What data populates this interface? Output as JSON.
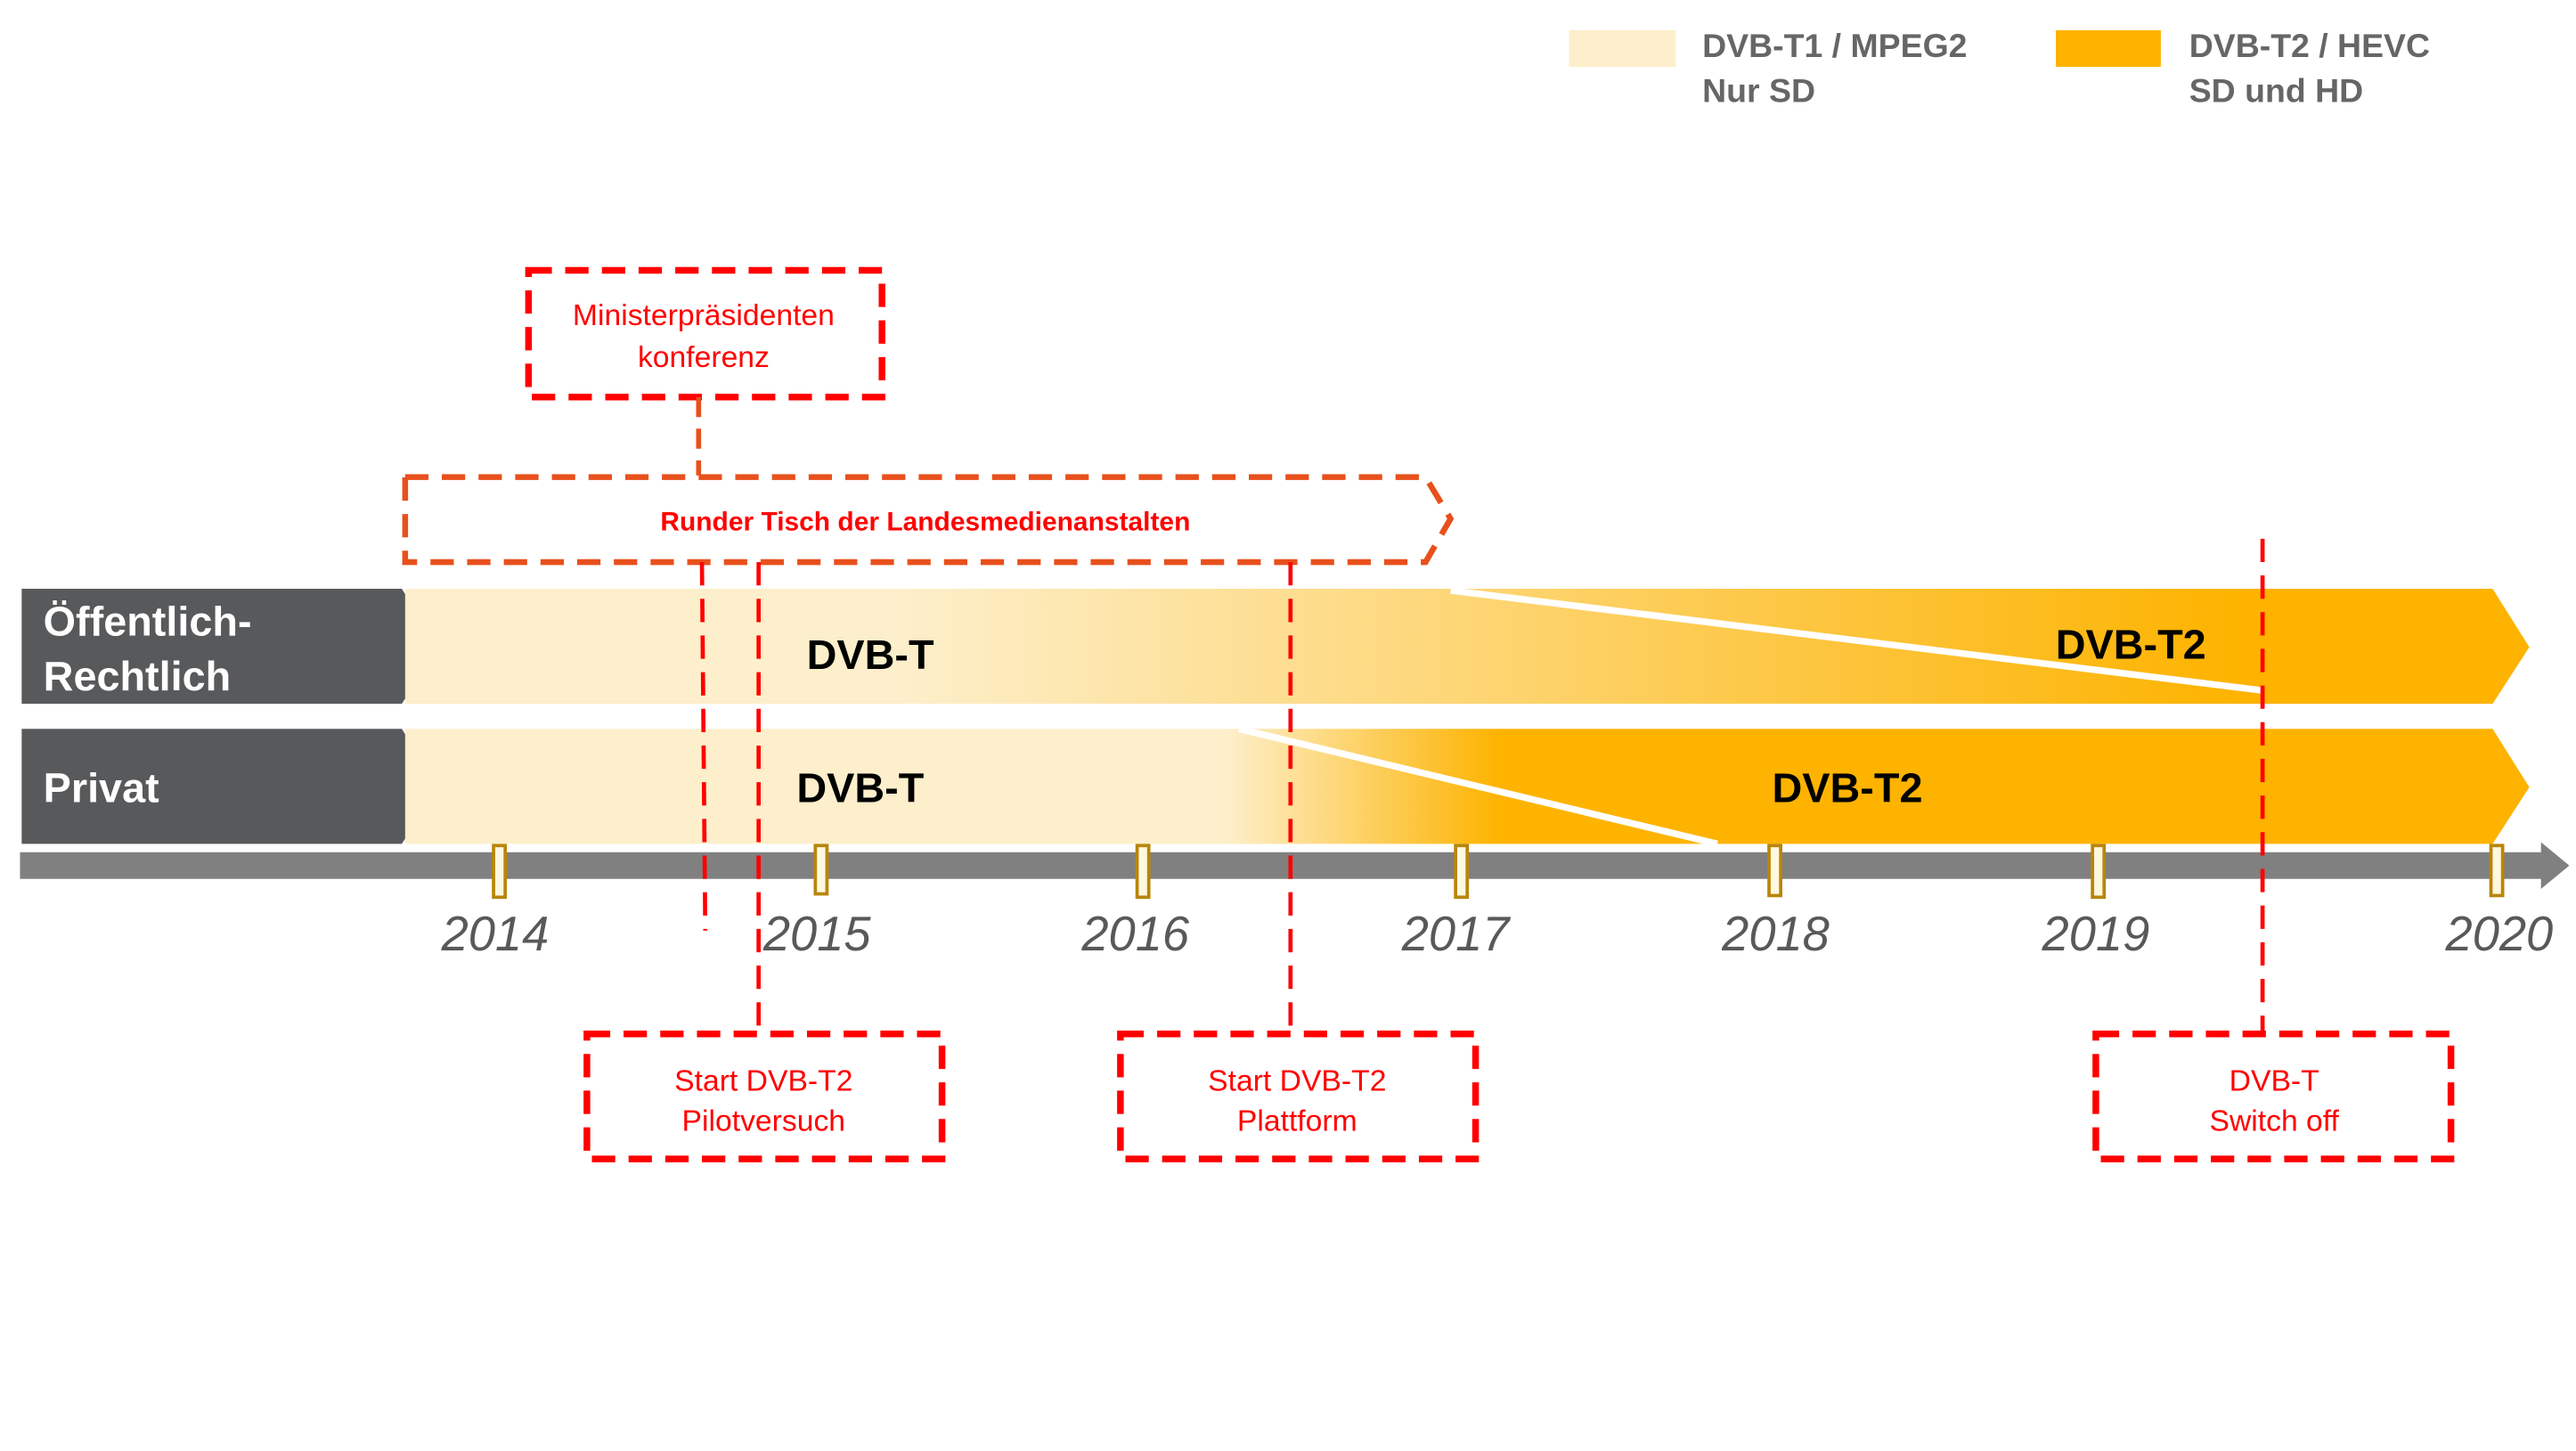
{
  "colors": {
    "dvbt1": "#FDEFCB",
    "dvbt2": "#FDB300",
    "row_label": "#58595B",
    "axis": "#808080",
    "milestone": "#FF0000",
    "round_table": "#E8501C"
  },
  "legend": [
    {
      "line1": "DVB-T1 / MPEG2",
      "line2": "Nur SD"
    },
    {
      "line1": "DVB-T2 / HEVC",
      "line2": "SD und HD"
    }
  ],
  "callouts": {
    "ministerpraesidenten": {
      "line1": "Ministerpräsidenten",
      "line2": "konferenz"
    },
    "runder_tisch": "Runder Tisch der Landesmedienanstalten",
    "pilot": {
      "line1": "Start DVB-T2",
      "line2": "Pilotversuch"
    },
    "plattform": {
      "line1": "Start DVB-T2",
      "line2": "Plattform"
    },
    "switchoff": {
      "line1": "DVB-T",
      "line2": "Switch off"
    }
  },
  "rows": [
    {
      "label_line1": "Öffentlich-",
      "label_line2": "Rechtlich",
      "old": "DVB-T",
      "new": "DVB-T2"
    },
    {
      "label": "Privat",
      "old": "DVB-T",
      "new": "DVB-T2"
    }
  ],
  "years": [
    "2014",
    "2015",
    "2016",
    "2017",
    "2018",
    "2019",
    "2020"
  ]
}
